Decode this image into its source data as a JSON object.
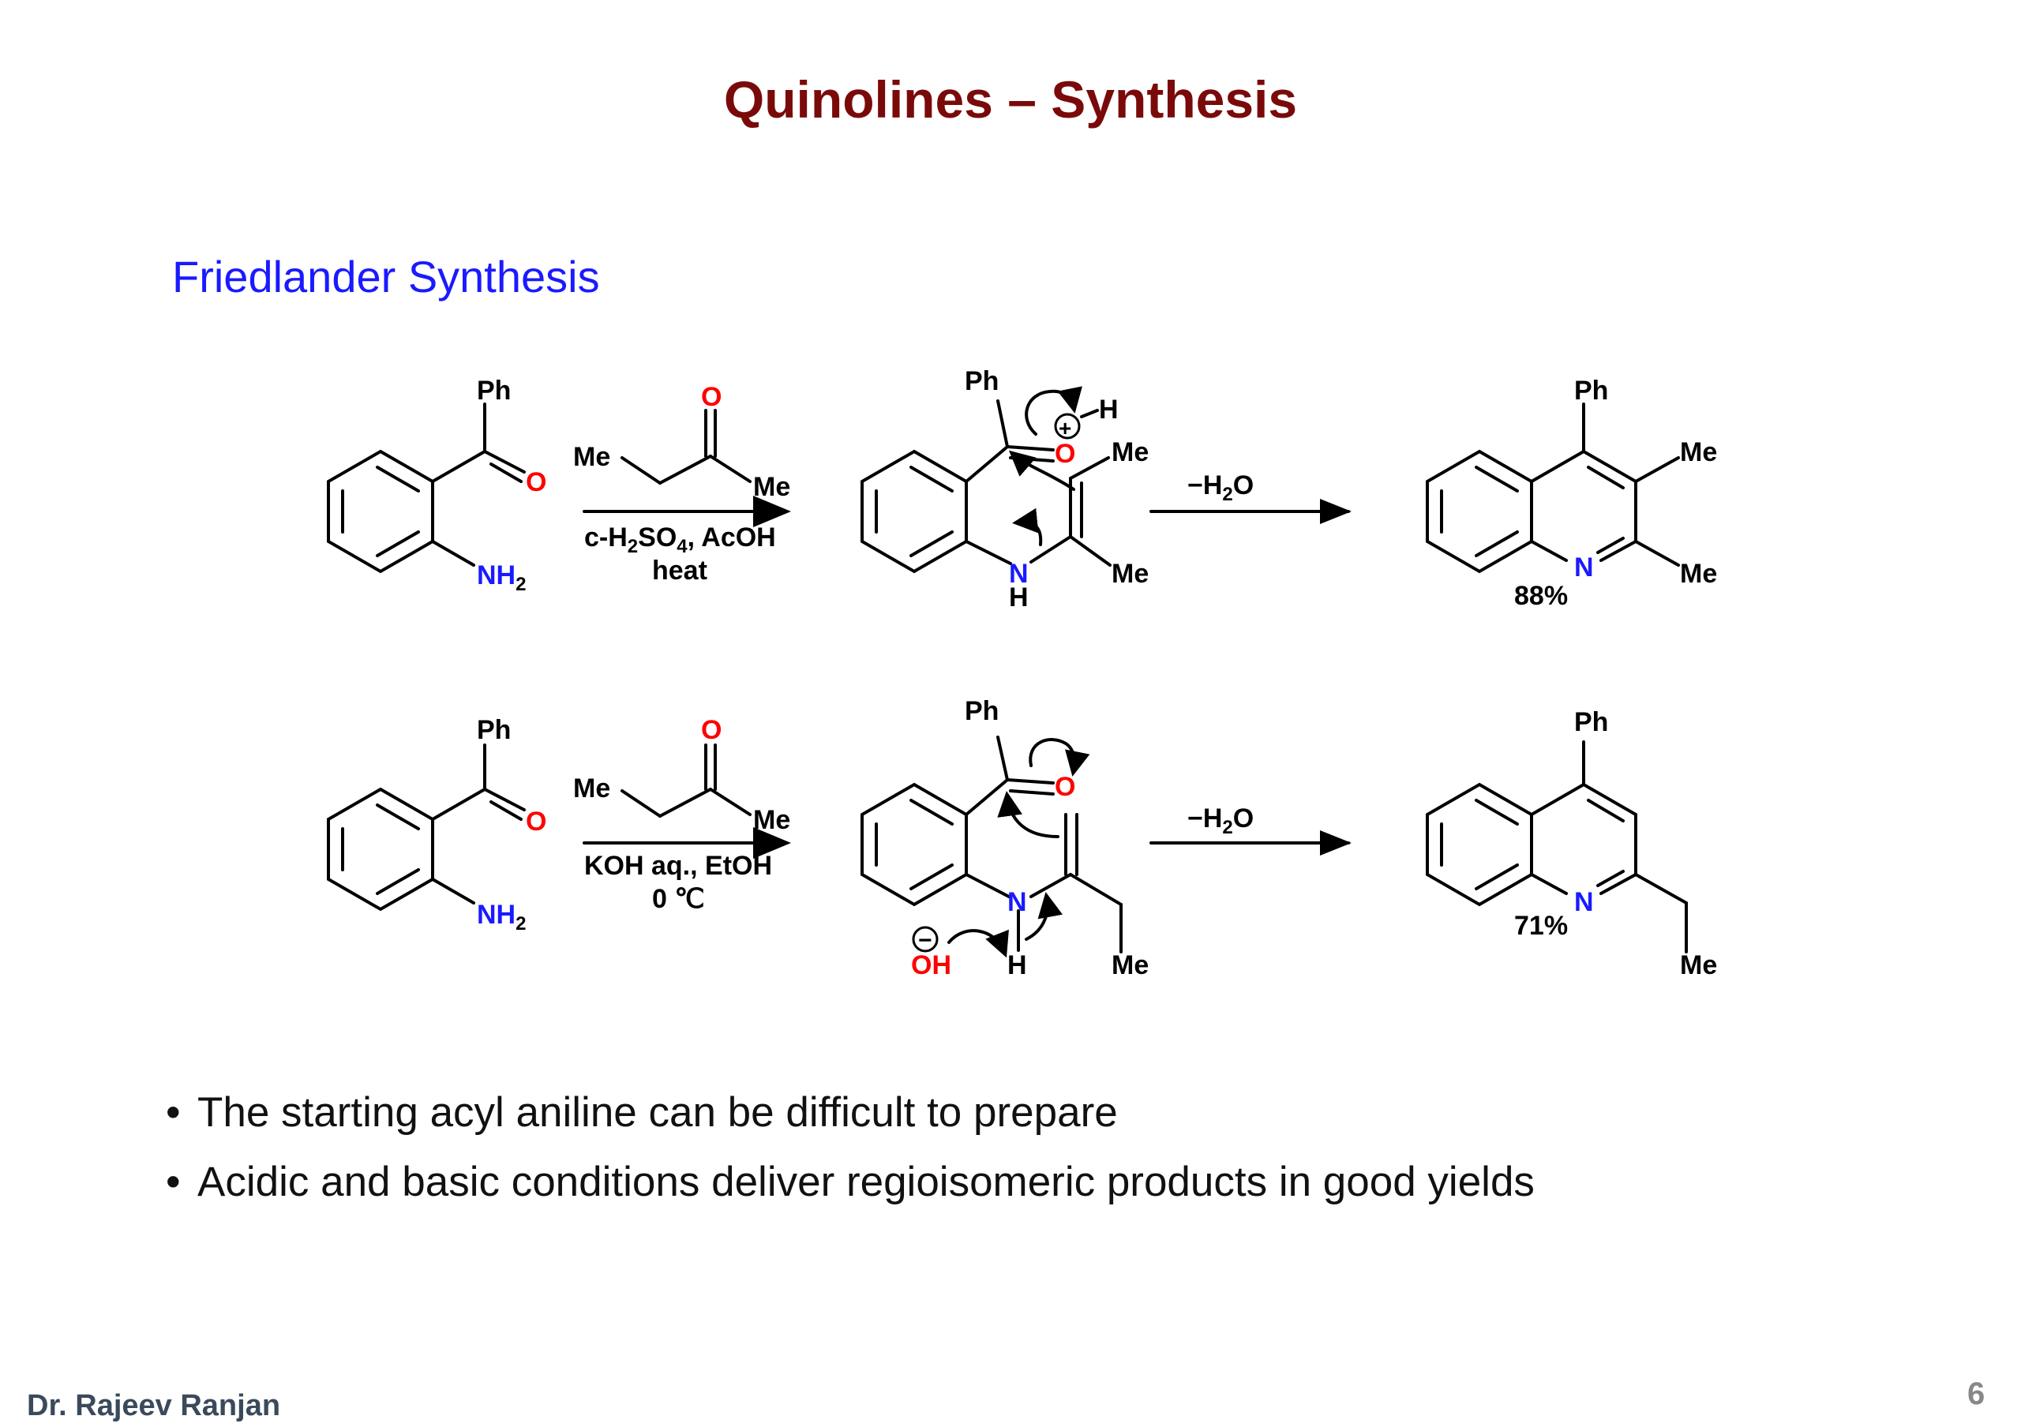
{
  "slide": {
    "title": "Quinolines – Synthesis",
    "section": "Friedlander Synthesis",
    "colors": {
      "title": "#7a0a0a",
      "section": "#1a1aff",
      "oxygen": "#ff0000",
      "nitrogen": "#1a1aff"
    }
  },
  "scheme": {
    "ph": "Ph",
    "me": "Me",
    "o": "O",
    "n": "N",
    "h": "H",
    "nh": "NH",
    "nh2_sub": "2",
    "oh": "OH",
    "plus": "+",
    "minus": "−",
    "elim_pre": "−H",
    "elim_sub": "2",
    "elim_post": "O",
    "top": {
      "cond1_a": "c-H",
      "cond1_sub1": "2",
      "cond1_b": "SO",
      "cond1_sub2": "4",
      "cond1_c": ", AcOH",
      "cond2": "heat",
      "yield": "88%"
    },
    "bottom": {
      "cond1": "KOH aq., EtOH",
      "cond2": "0 ℃",
      "yield": "71%"
    }
  },
  "bullets": [
    "The starting acyl aniline can be difficult to prepare",
    "Acidic and basic conditions deliver regioisomeric products in good yields"
  ],
  "footer": {
    "author": "Dr. Rajeev Ranjan",
    "page": "6"
  }
}
